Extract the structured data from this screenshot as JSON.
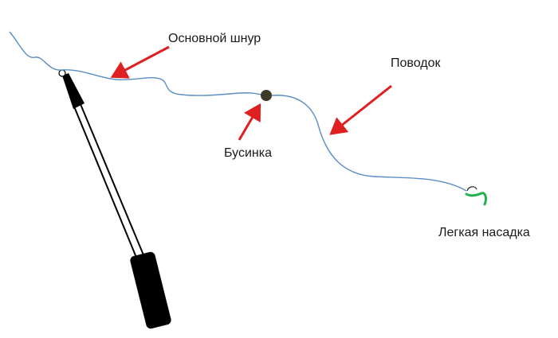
{
  "labels": {
    "main_line": "Основной шнур",
    "leader": "Поводок",
    "bead": "Бусинка",
    "bait": "Легкая насадка"
  },
  "colors": {
    "line": "#5b8ec4",
    "arrow": "#e02020",
    "bead": "#3e3a28",
    "rod": "#000000",
    "bait": "#22b14c",
    "text": "#1a1a1a"
  }
}
